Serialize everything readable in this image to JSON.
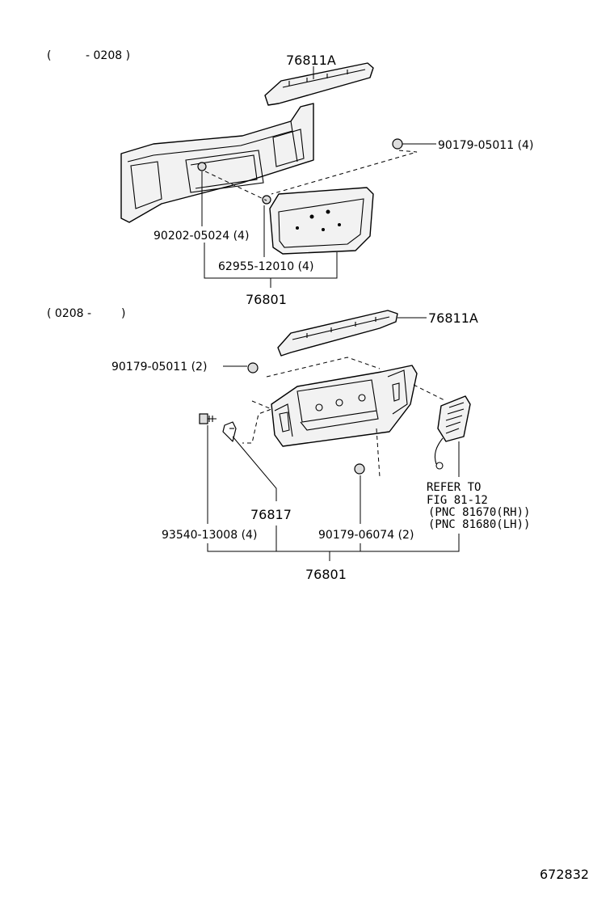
{
  "section_top": {
    "range_open": "(",
    "range_value": "- 0208 )",
    "parts": {
      "molding": "76811A",
      "nut": "90179-05011 (4)",
      "screw": "90202-05024 (4)",
      "clip": "62955-12010 (4)",
      "assembly": "76801"
    }
  },
  "section_bottom": {
    "range_value": "( 0208 -",
    "range_close": ")",
    "parts": {
      "molding": "76811A",
      "nut_upper": "90179-05011 (2)",
      "bracket": "76817",
      "bolt": "93540-13008 (4)",
      "nut_lower": "90179-06074 (2)",
      "assembly": "76801"
    },
    "refer_note": {
      "line1": "REFER TO",
      "line2": "FIG 81-12",
      "line3": "(PNC 81670(RH))",
      "line4": "(PNC 81680(LH))"
    }
  },
  "figure_id": "672832"
}
